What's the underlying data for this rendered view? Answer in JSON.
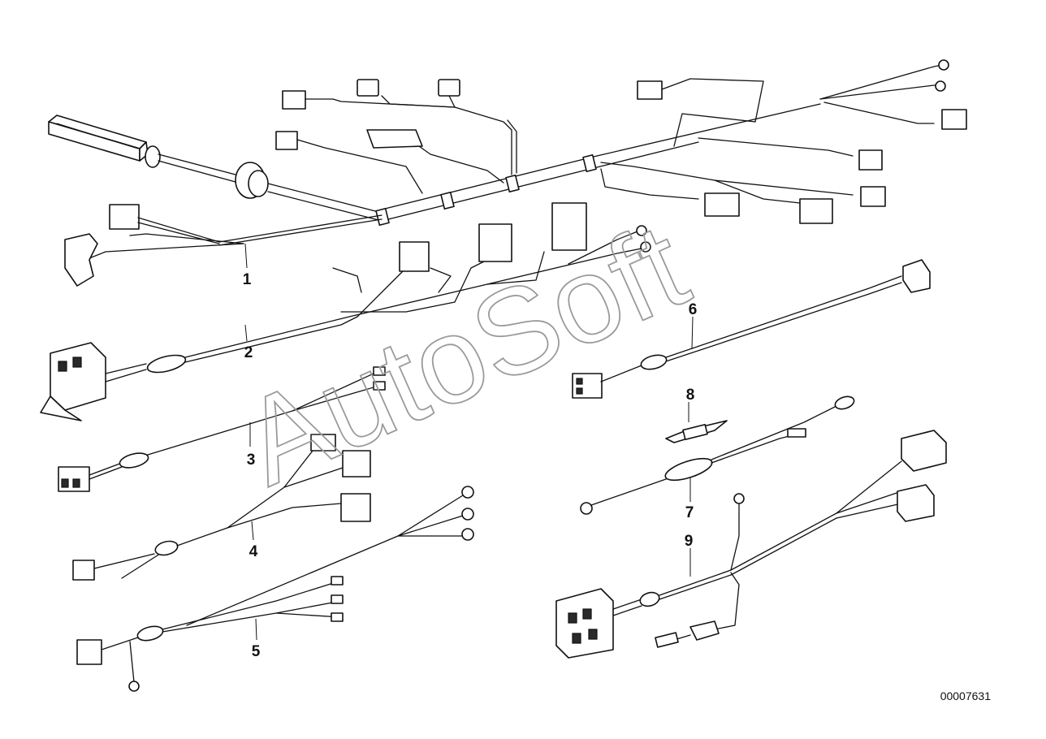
{
  "callouts": [
    "1",
    "2",
    "3",
    "4",
    "5",
    "6",
    "7",
    "8",
    "9"
  ],
  "watermark": "AutoSoft",
  "reference_number": "00007631"
}
